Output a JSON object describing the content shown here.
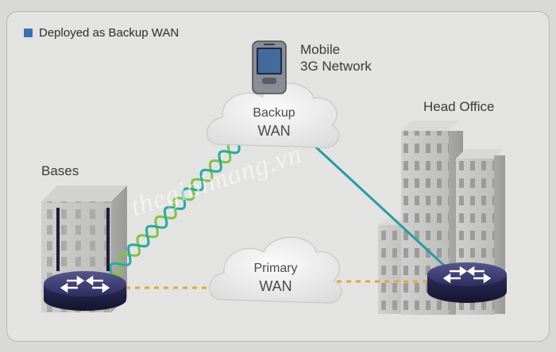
{
  "legend": {
    "label": "Deployed as Backup WAN",
    "color": "#3b6fb3"
  },
  "labels": {
    "mobile_line1": "Mobile",
    "mobile_line2": "3G Network",
    "head_office": "Head Office",
    "bases": "Bases"
  },
  "clouds": {
    "backup": {
      "line1": "Backup",
      "line2": "WAN"
    },
    "primary": {
      "line1": "Primary",
      "line2": "WAN"
    }
  },
  "watermark": "thegioimang.vn",
  "colors": {
    "wireless_green": "#7fc24a",
    "wireless_teal": "#2aa8a0",
    "link_teal": "#2b9aa3",
    "dotted_link": "#e0a93a",
    "router_body": "#2a2a5a"
  }
}
